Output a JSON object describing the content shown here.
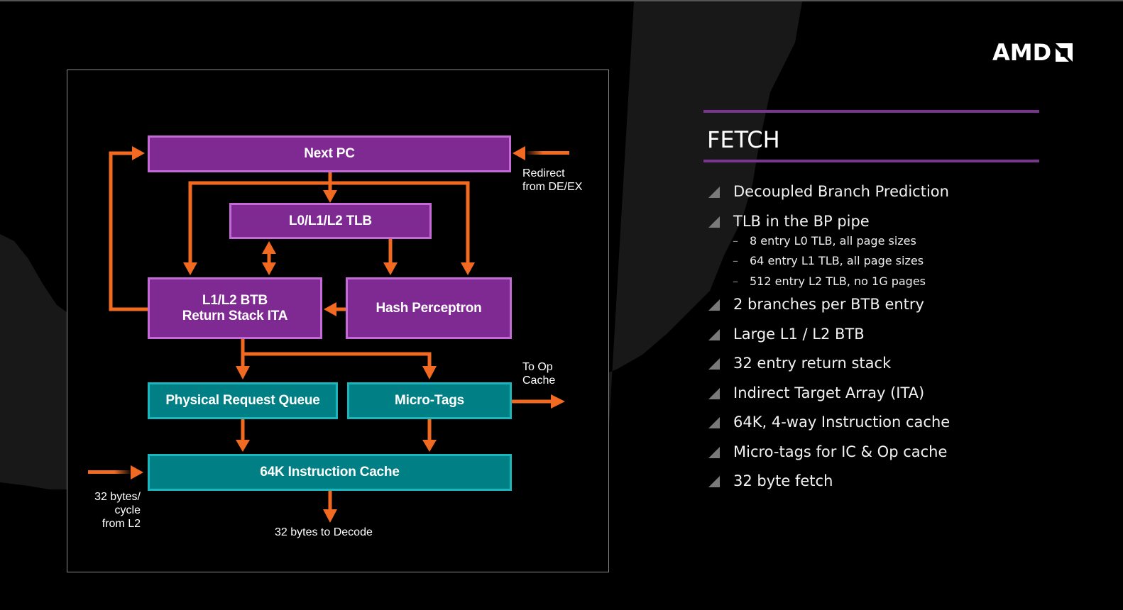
{
  "brand": {
    "logo_text": "AMD",
    "logo_icon": "amd-arrow-icon",
    "accent_purple": "#7a3590",
    "arrow_orange": "#f26a21",
    "box_purple": "#7e2a92",
    "box_teal": "#007f84"
  },
  "diagram": {
    "blocks": {
      "next_pc": "Next PC",
      "tlb": "L0/L1/L2 TLB",
      "btb_line1": "L1/L2 BTB",
      "btb_line2": "Return Stack ITA",
      "hash_perceptron": "Hash Perceptron",
      "prq": "Physical Request Queue",
      "micro_tags": "Micro-Tags",
      "icache": "64K Instruction Cache"
    },
    "labels": {
      "redirect_line1": "Redirect",
      "redirect_line2": "from DE/EX",
      "to_op_line1": "To Op",
      "to_op_line2": "Cache",
      "l2_line1": "32 bytes/",
      "l2_line2": "cycle",
      "l2_line3": "from L2",
      "decode": "32 bytes to Decode"
    }
  },
  "panel": {
    "title": "FETCH",
    "bullets": [
      {
        "text": "Decoupled Branch Prediction",
        "sub": []
      },
      {
        "text": "TLB in the BP pipe",
        "sub": [
          "8 entry L0 TLB, all page sizes",
          "64 entry L1 TLB, all page sizes",
          "512 entry L2 TLB, no 1G pages"
        ]
      },
      {
        "text": "2 branches per BTB entry",
        "sub": []
      },
      {
        "text": "Large L1 / L2 BTB",
        "sub": []
      },
      {
        "text": "32 entry return stack",
        "sub": []
      },
      {
        "text": "Indirect Target Array (ITA)",
        "sub": []
      },
      {
        "text": "64K, 4-way Instruction cache",
        "sub": []
      },
      {
        "text": "Micro-tags for IC & Op cache",
        "sub": []
      },
      {
        "text": "32 byte fetch",
        "sub": []
      }
    ],
    "sub_dash": "–"
  }
}
